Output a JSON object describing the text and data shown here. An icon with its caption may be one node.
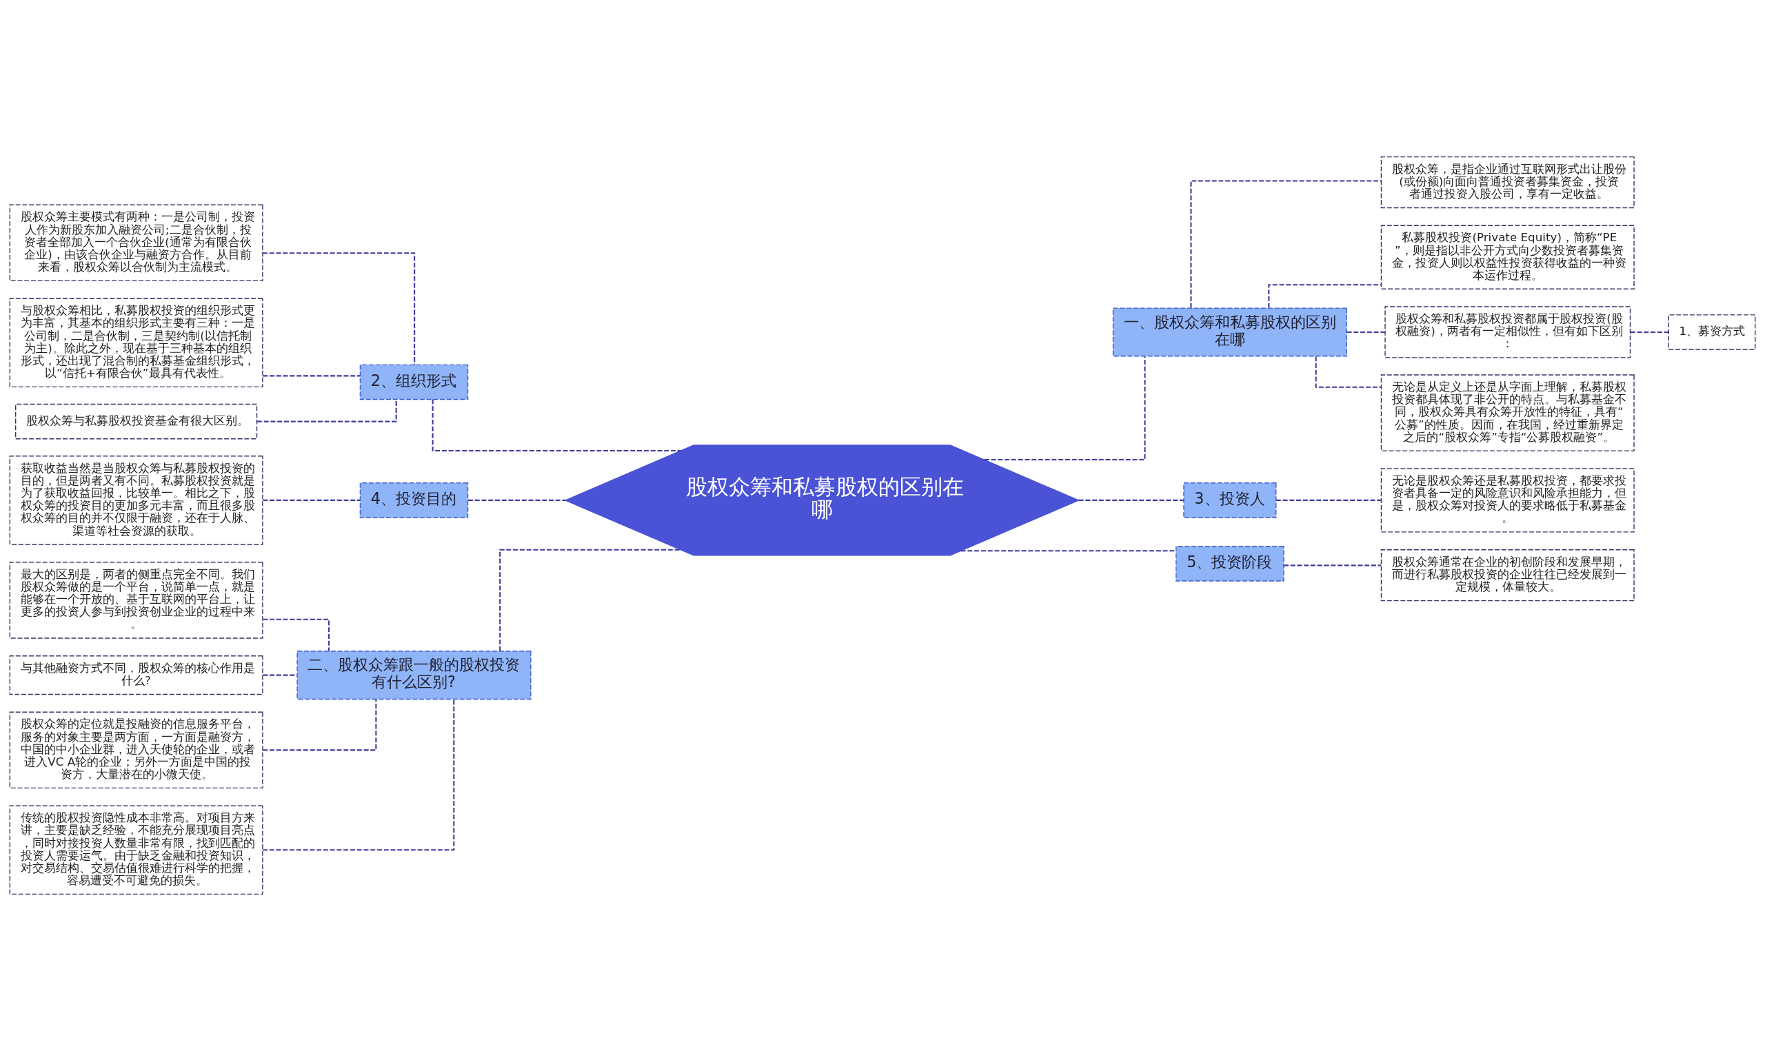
{
  "diagram": {
    "nodes": [
      {
        "text": [
          "股权众筹和私募股权的区别在哪"
        ]
      },
      {
        "text": [
          "一、股权众筹和私募股权的区别在哪"
        ]
      },
      {
        "text": [
          "股权众筹，是指企业通过互联网形式出让股份(或份额)向面向普通投资者募集资金，投资者通过投资入股公司，享有一定收益。"
        ]
      },
      {
        "text": [
          "私募股权投资(Private Equity)，简称“PE”，则是指以非公开方式向少数投资者募集资金，投资人则以权益性投资获得收益的一种资本运作过程。"
        ]
      },
      {
        "text": [
          "股权众筹和私募股权投资都属于股权投资(股权融资)，两者有一定相似性，但有如下区别："
        ]
      },
      {
        "text": [
          "无论是从定义上还是从字面上理解，私募股权投资都具体现了非公开的特点。与私募基金不同，股权众筹具有众筹开放性的特征，具有“公募”的性质。因而，在我国，经过重新界定之后的“股权众筹”专指“公募股权融资”。"
        ]
      },
      {
        "text": [
          "1、募资方式"
        ]
      },
      {
        "text": [
          "3、投资人"
        ]
      },
      {
        "text": [
          "无论是股权众筹还是私募股权投资，都要求投资者具备一定的风险意识和风险承担能力，但是，股权众筹对投资人的要求略低于私募基金。"
        ]
      },
      {
        "text": [
          "5、投资阶段"
        ]
      },
      {
        "text": [
          "股权众筹通常在企业的初创阶段和发展早期，而进行私募股权投资的企业往往已经发展到一定规模，体量较大。"
        ]
      },
      {
        "text": [
          "2、组织形式"
        ]
      },
      {
        "text": [
          "股权众筹主要模式有两种：一是公司制，投资人作为新股东加入融资公司;二是合伙制，投资者全部加入一个合伙企业(通常为有限合伙企业)，由该合伙企业与融资方合作。从目前来看，股权众筹以合伙制为主流模式。"
        ]
      },
      {
        "text": [
          "与股权众筹相比，私募股权投资的组织形式更为丰富，其基本的组织形式主要有三种：一是公司制，二是合伙制，三是契约制(以信托制为主)。除此之外，现在基于三种基本的组织形式，还出现了混合制的私募基金组织形式，以“信托+有限合伙”最具有代表性。"
        ]
      },
      {
        "text": [
          "股权众筹与私募股权投资基金有很大区别。"
        ]
      },
      {
        "text": [
          "4、投资目的"
        ]
      },
      {
        "text": [
          "获取收益当然是当股权众筹与私募股权投资的目的，但是两者又有不同。私募股权投资就是为了获取收益回报，比较单一。相比之下，股权众筹的投资目的更加多元丰富，而且很多股权众筹的目的并不仅限于融资，还在于人脉、渠道等社会资源的获取。"
        ]
      },
      {
        "text": [
          "二、股权众筹跟一般的股权投资有什么区别?"
        ]
      },
      {
        "text": [
          "最大的区别是，两者的侧重点完全不同。我们股权众筹做的是一个平台，说简单一点，就是能够在一个开放的、基于互联网的平台上，让更多的投资人参与到投资创业企业的过程中来。"
        ]
      },
      {
        "text": [
          "与其他融资方式不同，股权众筹的核心作用是什么?"
        ]
      },
      {
        "text": [
          "股权众筹的定位就是投融资的信息服务平台，服务的对象主要是两方面，一方面是融资方，中国的中小企业群，进入天使轮的企业，或者进入VC A轮的企业；另外一方面是中国的投资方，大量潜在的小微天使。"
        ]
      },
      {
        "text": [
          "传统的股权投资隐性成本非常高。对项目方来讲，主要是缺乏经验，不能充分展现项目亮点，同时对接投资人数量非常有限，找到匹配的投资人需要运气。由于缺乏金融和投资知识，对交易结构、交易估值很难进行科学的把握，容易遭受不可避免的损失。"
        ]
      }
    ],
    "edges": [
      {
        "from": 0,
        "to": 1,
        "arrow": "none",
        "style": "dashed"
      },
      {
        "from": 1,
        "to": 2,
        "arrow": "none",
        "style": "dashed"
      },
      {
        "from": 1,
        "to": 3,
        "arrow": "none",
        "style": "dashed"
      },
      {
        "from": 1,
        "to": 4,
        "arrow": "none",
        "style": "dashed"
      },
      {
        "from": 1,
        "to": 5,
        "arrow": "none",
        "style": "dashed"
      },
      {
        "from": 4,
        "to": 6,
        "arrow": "none",
        "style": "dashed"
      },
      {
        "from": 0,
        "to": 7,
        "arrow": "none",
        "style": "dashed"
      },
      {
        "from": 7,
        "to": 8,
        "arrow": "none",
        "style": "dashed"
      },
      {
        "from": 0,
        "to": 9,
        "arrow": "none",
        "style": "dashed"
      },
      {
        "from": 9,
        "to": 10,
        "arrow": "none",
        "style": "dashed"
      },
      {
        "from": 0,
        "to": 11,
        "arrow": "none",
        "style": "dashed"
      },
      {
        "from": 11,
        "to": 12,
        "arrow": "none",
        "style": "dashed"
      },
      {
        "from": 11,
        "to": 13,
        "arrow": "none",
        "style": "dashed"
      },
      {
        "from": 11,
        "to": 14,
        "arrow": "none",
        "style": "dashed"
      },
      {
        "from": 0,
        "to": 15,
        "arrow": "none",
        "style": "dashed"
      },
      {
        "from": 15,
        "to": 16,
        "arrow": "none",
        "style": "dashed"
      },
      {
        "from": 0,
        "to": 17,
        "arrow": "none",
        "style": "dashed"
      },
      {
        "from": 17,
        "to": 18,
        "arrow": "none",
        "style": "dashed"
      },
      {
        "from": 17,
        "to": 19,
        "arrow": "none",
        "style": "dashed"
      },
      {
        "from": 17,
        "to": 20,
        "arrow": "none",
        "style": "dashed"
      },
      {
        "from": 17,
        "to": 21,
        "arrow": "none",
        "style": "dashed"
      }
    ]
  }
}
